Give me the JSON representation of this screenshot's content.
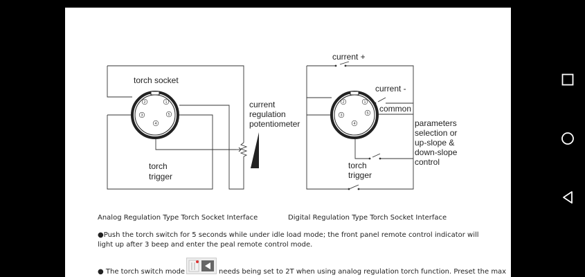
{
  "analog": {
    "torch_socket": "torch socket",
    "pot_line1": "current",
    "pot_line2": "regulation",
    "pot_line3": "potentiometer",
    "trigger_line1": "torch",
    "trigger_line2": "trigger",
    "pins": [
      "2",
      "1",
      "3",
      "5",
      "4"
    ]
  },
  "digital": {
    "current_plus": "current +",
    "current_minus": "current -",
    "common": "common",
    "params_line1": "parameters",
    "params_line2": "selection or",
    "params_line3": "up-slope &",
    "params_line4": "down-slope",
    "params_line5": "control",
    "trigger_line1": "torch",
    "trigger_line2": "trigger",
    "pins": [
      "2",
      "1",
      "3",
      "5",
      "4"
    ]
  },
  "captions": {
    "analog": "Analog Regulation Type Torch Socket Interface",
    "digital": "Digital Regulation Type Torch Socket Interface"
  },
  "paragraphs": {
    "p1_line1": "●Push the torch switch for 5 seconds while under idle load mode; the front panel remote control indicator will",
    "p1_line2": "light up after 3 beep and enter the peal remote control mode.",
    "p2_start": "● The torch switch mode",
    "p2_end": "needs being set to 2T when using analog regulation torch function. Preset the max"
  },
  "colors": {
    "page_bg": "#ffffff",
    "outer_bg": "#000000",
    "nav_icon": "#ffffff"
  },
  "nav": {
    "icons": [
      "square-icon",
      "circle-icon",
      "triangle-back-icon"
    ]
  }
}
